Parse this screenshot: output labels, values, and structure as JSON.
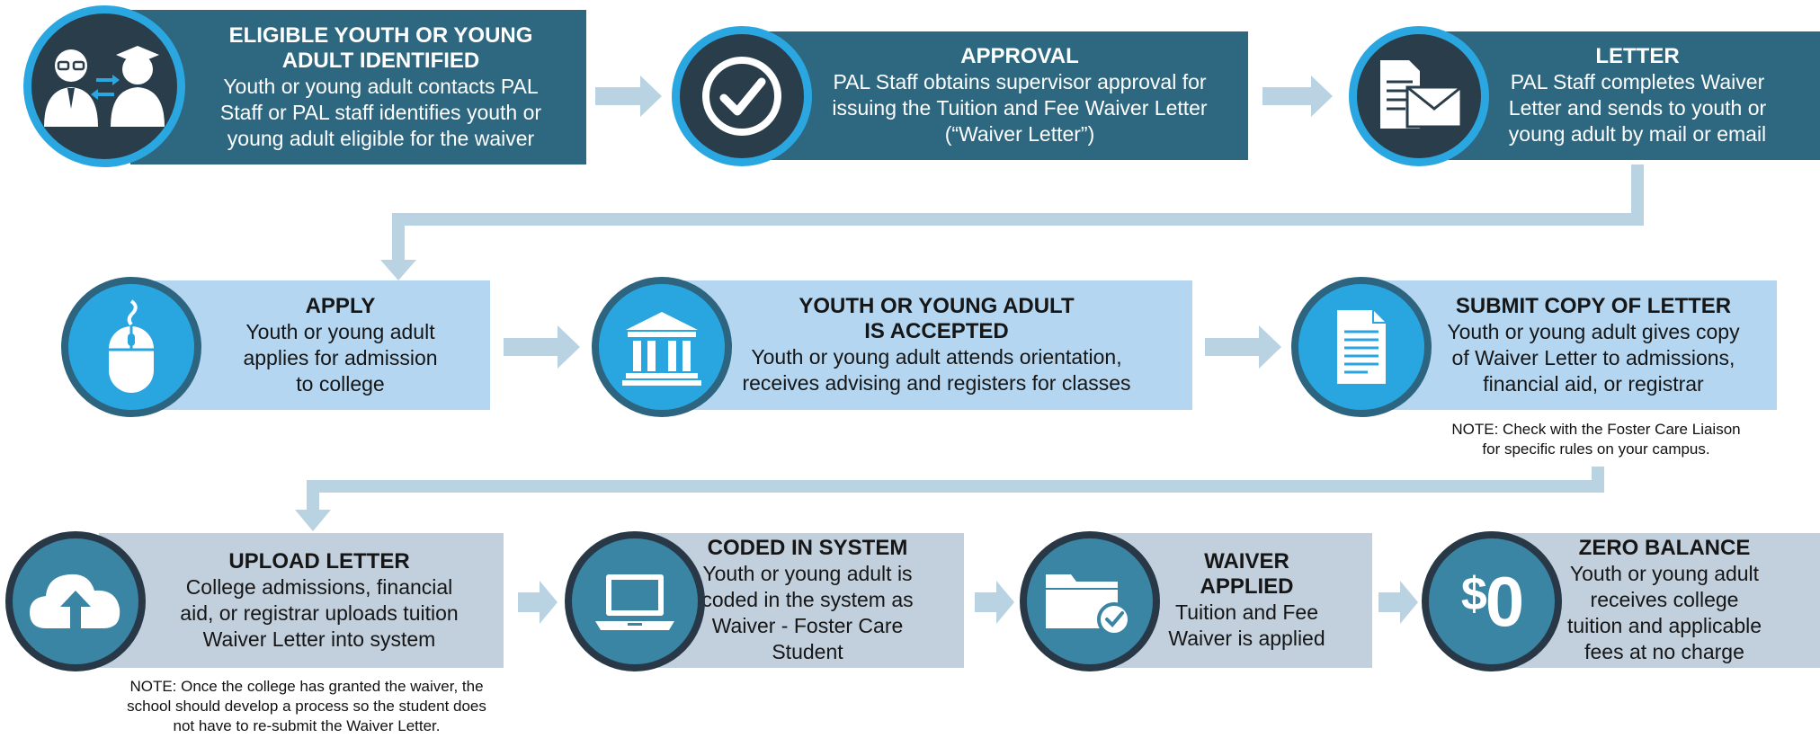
{
  "colors": {
    "dark_box": "#2e6880",
    "light_box": "#b4d6f0",
    "grey_box": "#c2cfdd",
    "connector": "#b9d3e3",
    "accent": "#2aa7e1"
  },
  "row1": {
    "identified": {
      "title": "ELIGIBLE YOUTH OR YOUNG\nADULT IDENTIFIED",
      "body": "Youth or young adult contacts PAL\nStaff or PAL staff identifies youth or\nyoung adult eligible for the waiver",
      "icon": "people-exchange-icon"
    },
    "approval": {
      "title": "APPROVAL",
      "body": "PAL Staff obtains supervisor approval for\nissuing the Tuition and Fee Waiver Letter\n(“Waiver Letter”)",
      "icon": "checkmark-icon"
    },
    "letter": {
      "title": "LETTER",
      "body": "PAL Staff completes Waiver\nLetter and sends to youth or\nyoung adult by mail or email",
      "icon": "letter-envelope-icon"
    }
  },
  "row2": {
    "apply": {
      "title": "APPLY",
      "body": "Youth or young adult\napplies for admission\nto college",
      "icon": "mouse-icon"
    },
    "accepted": {
      "title": "YOUTH OR YOUNG ADULT\nIS ACCEPTED",
      "body": "Youth or young adult attends orientation,\nreceives advising and registers for classes",
      "icon": "college-building-icon"
    },
    "submit": {
      "title": "SUBMIT COPY OF LETTER",
      "body": "Youth or young adult gives copy\nof Waiver Letter to admissions,\nfinancial aid, or registrar",
      "icon": "document-icon"
    },
    "note": "NOTE: Check with the Foster Care Liaison\nfor specific rules on your campus."
  },
  "row3": {
    "upload": {
      "title": "UPLOAD LETTER",
      "body": "College admissions, financial\naid, or registrar uploads tuition\nWaiver Letter into system",
      "icon": "cloud-upload-icon"
    },
    "coded": {
      "title": "CODED IN SYSTEM",
      "body": "Youth or young adult is\ncoded in the system as\nWaiver - Foster Care\nStudent",
      "icon": "laptop-icon"
    },
    "waiver": {
      "title": "WAIVER\nAPPLIED",
      "body": "Tuition and Fee\nWaiver is applied",
      "icon": "folder-check-icon"
    },
    "zero": {
      "title": "ZERO BALANCE",
      "body": "Youth or young adult\nreceives college\ntuition and applicable\nfees at no charge",
      "icon": "zero-dollar-icon",
      "amount_symbol": "$",
      "amount_value": "0"
    },
    "note": "NOTE: Once the college has granted the waiver, the\nschool should develop a process so the student does\nnot have to re-submit the Waiver Letter."
  }
}
